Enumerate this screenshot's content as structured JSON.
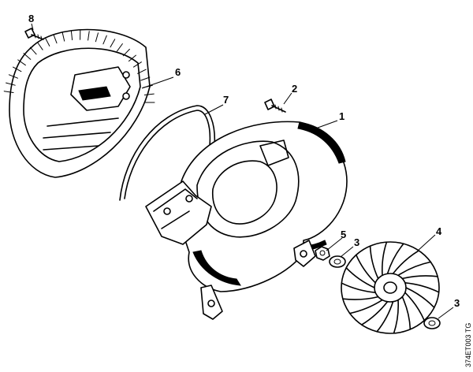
{
  "callouts": [
    {
      "id": "c8",
      "label": "8"
    },
    {
      "id": "c6",
      "label": "6"
    },
    {
      "id": "c7",
      "label": "7"
    },
    {
      "id": "c2",
      "label": "2"
    },
    {
      "id": "c1",
      "label": "1"
    },
    {
      "id": "c5",
      "label": "5"
    },
    {
      "id": "c3a",
      "label": "3"
    },
    {
      "id": "c4",
      "label": "4"
    },
    {
      "id": "c3b",
      "label": "3"
    }
  ],
  "drawing_code": "374ET003 TG",
  "colors": {
    "ink": "#000000",
    "paper": "#ffffff"
  }
}
